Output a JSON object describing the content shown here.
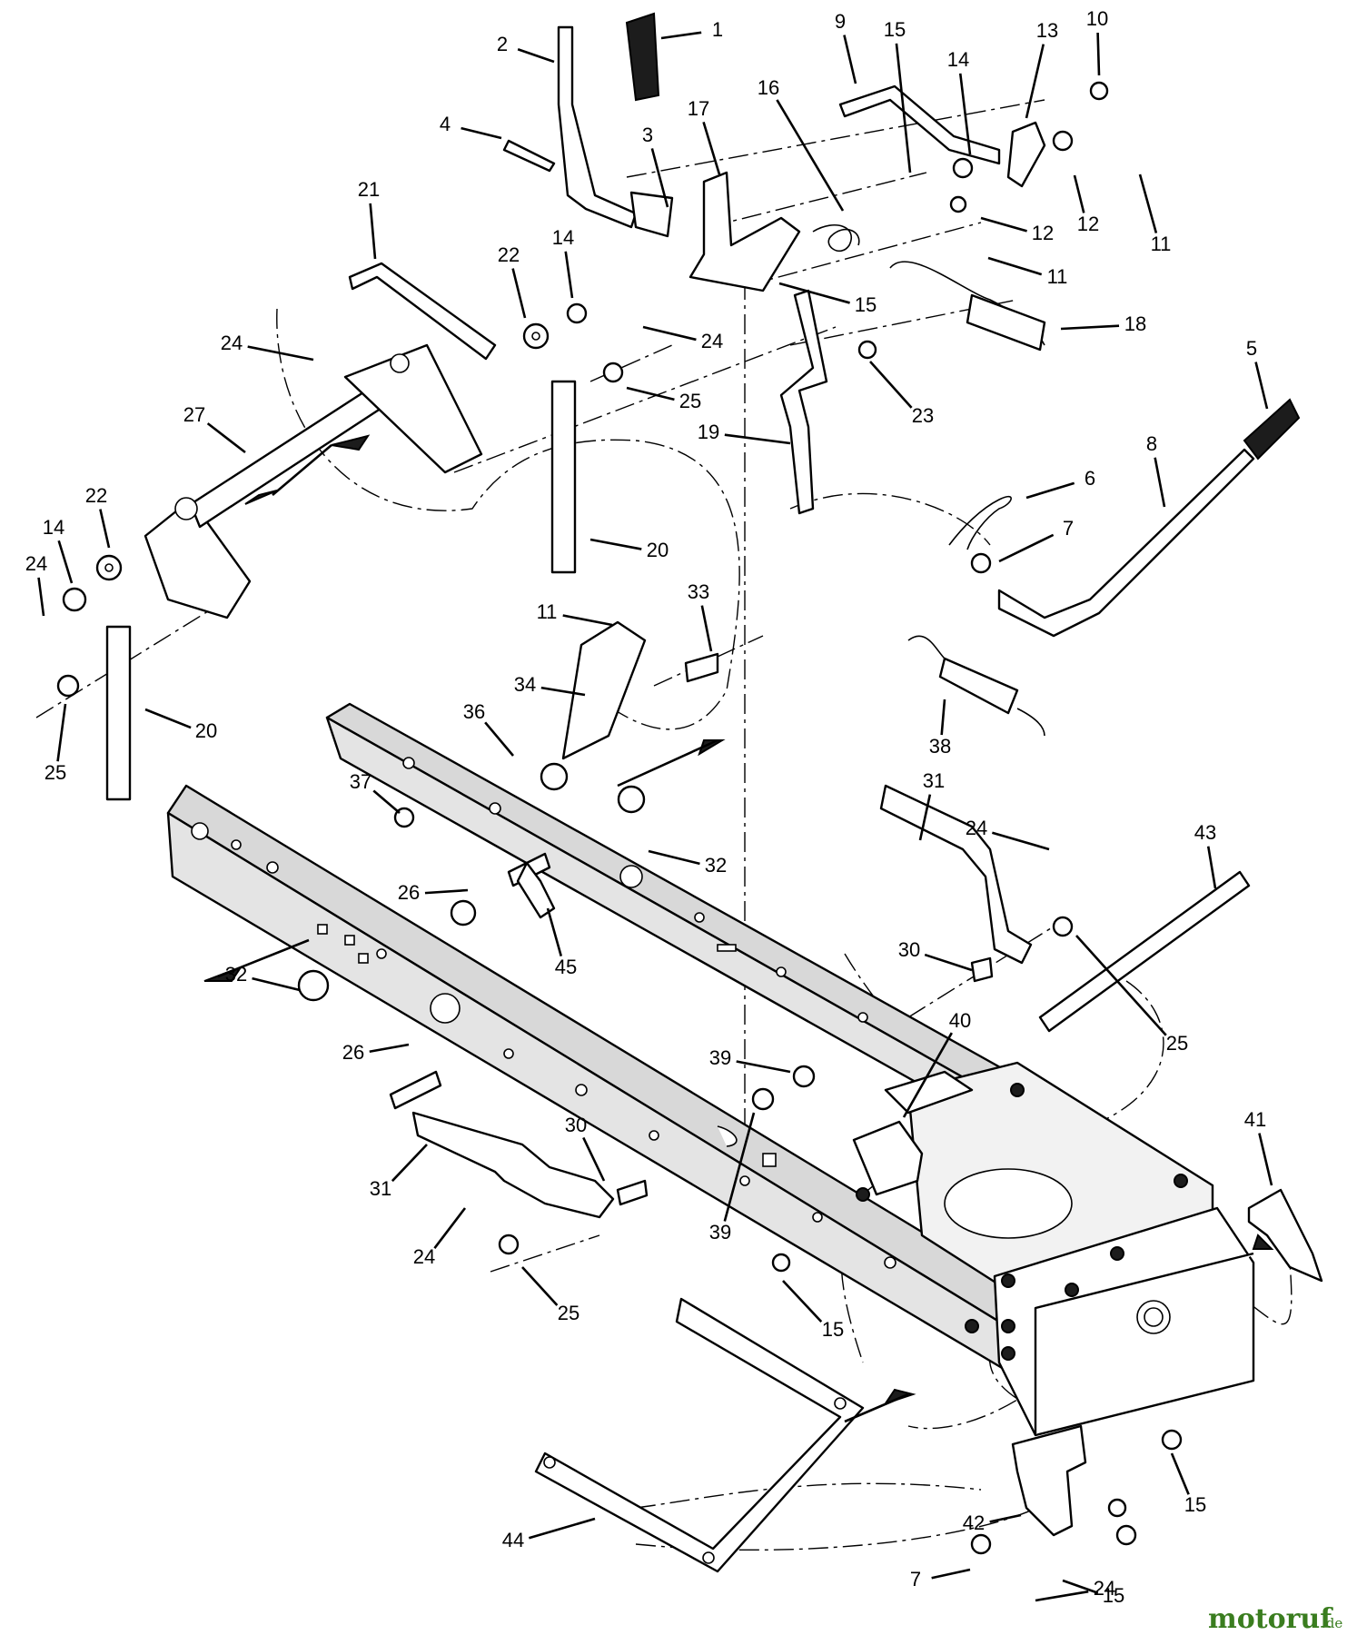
{
  "callouts": [
    {
      "id": "c1",
      "label": "1"
    },
    {
      "id": "c2",
      "label": "2"
    },
    {
      "id": "c3",
      "label": "3"
    },
    {
      "id": "c4",
      "label": "4"
    },
    {
      "id": "c5",
      "label": "5"
    },
    {
      "id": "c6",
      "label": "6"
    },
    {
      "id": "c7a",
      "label": "7"
    },
    {
      "id": "c7b",
      "label": "7"
    },
    {
      "id": "c8",
      "label": "8"
    },
    {
      "id": "c9",
      "label": "9"
    },
    {
      "id": "c10",
      "label": "10"
    },
    {
      "id": "c11a",
      "label": "11"
    },
    {
      "id": "c11b",
      "label": "11"
    },
    {
      "id": "c11c",
      "label": "11"
    },
    {
      "id": "c12a",
      "label": "12"
    },
    {
      "id": "c12b",
      "label": "12"
    },
    {
      "id": "c13",
      "label": "13"
    },
    {
      "id": "c14a",
      "label": "14"
    },
    {
      "id": "c14b",
      "label": "14"
    },
    {
      "id": "c14c",
      "label": "14"
    },
    {
      "id": "c15a",
      "label": "15"
    },
    {
      "id": "c15b",
      "label": "15"
    },
    {
      "id": "c15c",
      "label": "15"
    },
    {
      "id": "c15d",
      "label": "15"
    },
    {
      "id": "c15e",
      "label": "15"
    },
    {
      "id": "c16",
      "label": "16"
    },
    {
      "id": "c17",
      "label": "17"
    },
    {
      "id": "c18",
      "label": "18"
    },
    {
      "id": "c19",
      "label": "19"
    },
    {
      "id": "c20a",
      "label": "20"
    },
    {
      "id": "c20b",
      "label": "20"
    },
    {
      "id": "c21",
      "label": "21"
    },
    {
      "id": "c22a",
      "label": "22"
    },
    {
      "id": "c22b",
      "label": "22"
    },
    {
      "id": "c23",
      "label": "23"
    },
    {
      "id": "c24a",
      "label": "24"
    },
    {
      "id": "c24b",
      "label": "24"
    },
    {
      "id": "c24c",
      "label": "24"
    },
    {
      "id": "c24d",
      "label": "24"
    },
    {
      "id": "c24e",
      "label": "24"
    },
    {
      "id": "c24f",
      "label": "24"
    },
    {
      "id": "c25a",
      "label": "25"
    },
    {
      "id": "c25b",
      "label": "25"
    },
    {
      "id": "c25c",
      "label": "25"
    },
    {
      "id": "c25d",
      "label": "25"
    },
    {
      "id": "c26a",
      "label": "26"
    },
    {
      "id": "c26b",
      "label": "26"
    },
    {
      "id": "c27",
      "label": "27"
    },
    {
      "id": "c30a",
      "label": "30"
    },
    {
      "id": "c30b",
      "label": "30"
    },
    {
      "id": "c31a",
      "label": "31"
    },
    {
      "id": "c31b",
      "label": "31"
    },
    {
      "id": "c32a",
      "label": "32"
    },
    {
      "id": "c32b",
      "label": "32"
    },
    {
      "id": "c33",
      "label": "33"
    },
    {
      "id": "c34",
      "label": "34"
    },
    {
      "id": "c36",
      "label": "36"
    },
    {
      "id": "c37",
      "label": "37"
    },
    {
      "id": "c38",
      "label": "38"
    },
    {
      "id": "c39a",
      "label": "39"
    },
    {
      "id": "c39b",
      "label": "39"
    },
    {
      "id": "c40",
      "label": "40"
    },
    {
      "id": "c41",
      "label": "41"
    },
    {
      "id": "c42",
      "label": "42"
    },
    {
      "id": "c43",
      "label": "43"
    },
    {
      "id": "c44",
      "label": "44"
    },
    {
      "id": "c45",
      "label": "45"
    }
  ],
  "watermark": {
    "text": "motoruf",
    "suffix": ".de"
  },
  "colors": {
    "line": "#000000",
    "shade": "#d8d8d8",
    "brand": "#3a7d1f"
  }
}
